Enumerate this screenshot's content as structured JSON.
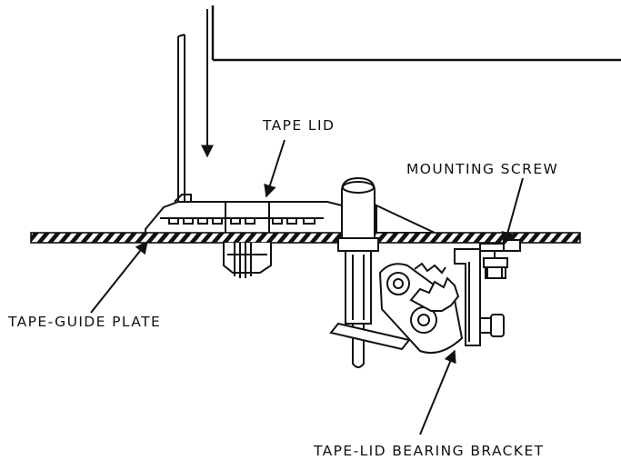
{
  "labels": {
    "tape_lid": "TAPE LID",
    "mounting_screw": "MOUNTING SCREW",
    "tape_guide_plate": "TAPE-GUIDE PLATE",
    "bracket": "TAPE-LID BEARING BRACKET"
  },
  "colors": {
    "ink": "#111111",
    "paper": "#ffffff"
  }
}
